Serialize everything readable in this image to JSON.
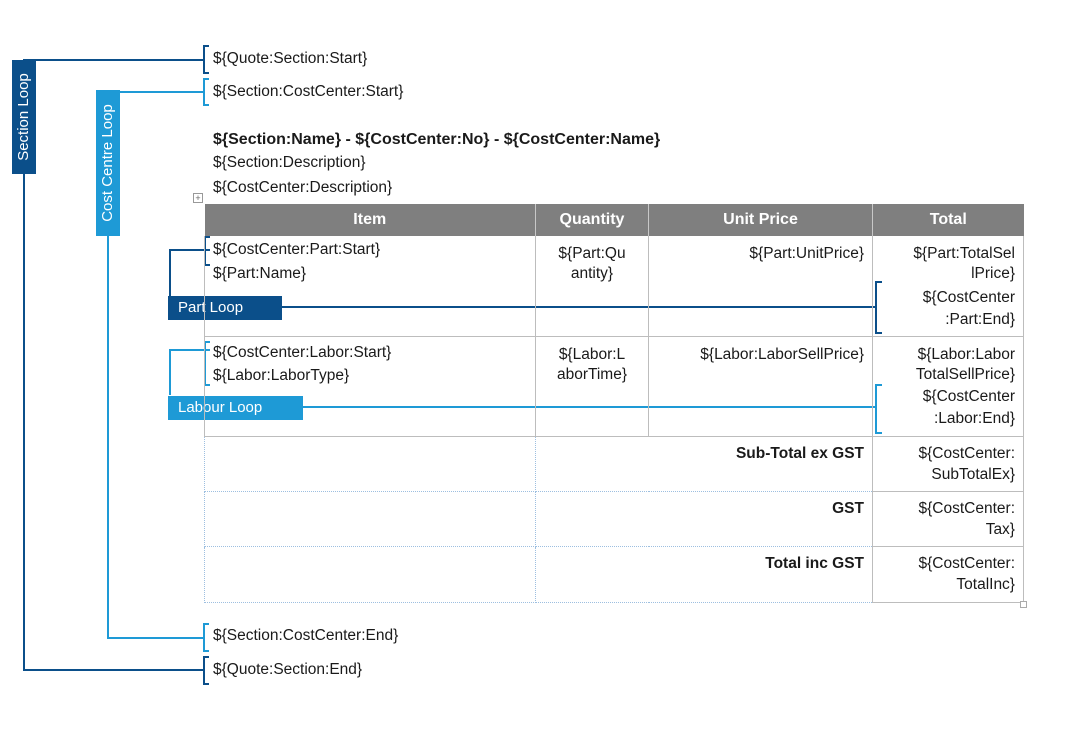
{
  "labels": {
    "section_loop": "Section Loop",
    "cost_centre_loop": "Cost Centre Loop",
    "part_loop": "Part Loop",
    "labour_loop": "Labour Loop"
  },
  "colors": {
    "dark_blue": "#0b4f8a",
    "light_blue": "#1e9ad6",
    "header_gray": "#7f7f7f"
  },
  "template": {
    "quote_section_start": "${Quote:Section:Start}",
    "section_costcenter_start": "${Section:CostCenter:Start}",
    "heading": "${Section:Name} - ${CostCenter:No} - ${CostCenter:Name}",
    "section_description": "${Section:Description}",
    "costcenter_description": "${CostCenter:Description}",
    "section_costcenter_end": "${Section:CostCenter:End}",
    "quote_section_end": "${Quote:Section:End}"
  },
  "table": {
    "headers": [
      "Item",
      "Quantity",
      "Unit Price",
      "Total"
    ],
    "part": {
      "item_line1": "${CostCenter:Part:Start}",
      "item_line2": "${Part:Name}",
      "qty_line1": "${Part:Qu",
      "qty_line2": "antity}",
      "unit_price": "${Part:UnitPrice}",
      "total_line1": "${Part:TotalSel",
      "total_line2": "lPrice}",
      "end_line1": "${CostCenter",
      "end_line2": ":Part:End}"
    },
    "labor": {
      "item_line1": "${CostCenter:Labor:Start}",
      "item_line2": "${Labor:LaborType}",
      "qty_line1": "${Labor:L",
      "qty_line2": "aborTime}",
      "unit_price": "${Labor:LaborSellPrice}",
      "total_line1": "${Labor:Labor",
      "total_line2": "TotalSellPrice}",
      "end_line1": "${CostCenter",
      "end_line2": ":Labor:End}"
    },
    "summary": [
      {
        "label": "Sub-Total ex GST",
        "line1": "${CostCenter:",
        "line2": "SubTotalEx}"
      },
      {
        "label": "GST",
        "line1": "${CostCenter:",
        "line2": "Tax}"
      },
      {
        "label": "Total inc GST",
        "line1": "${CostCenter:",
        "line2": "TotalInc}"
      }
    ]
  },
  "icons": {
    "table_anchor": "move-handle-icon"
  }
}
